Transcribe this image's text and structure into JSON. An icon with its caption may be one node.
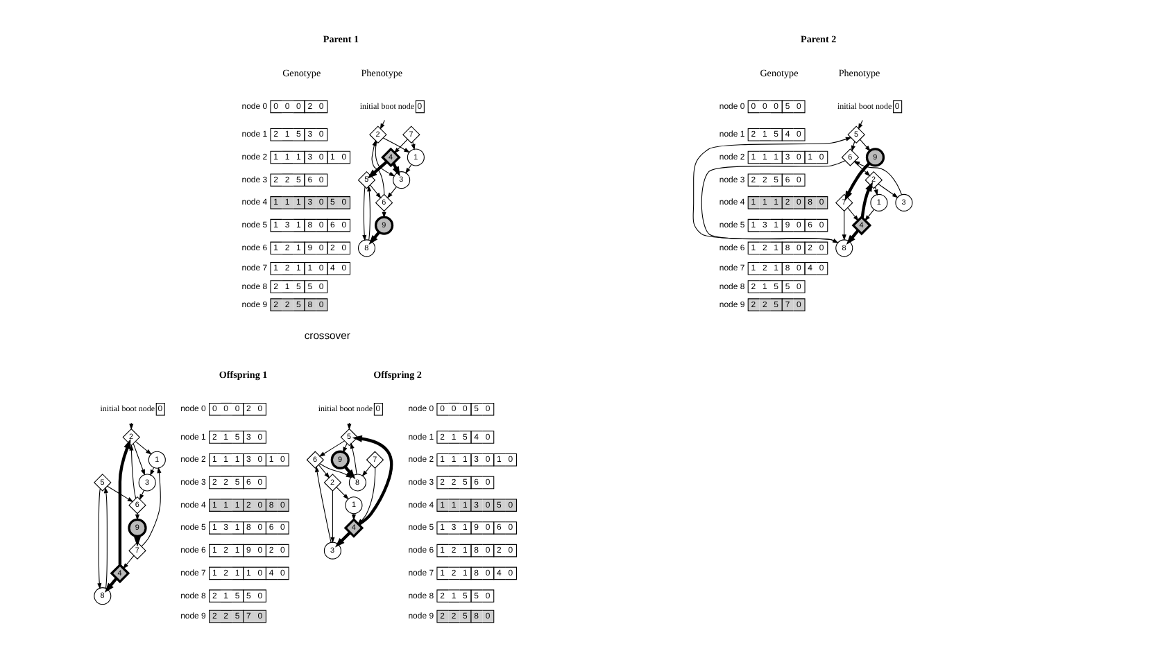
{
  "diagram": {
    "nodes": [
      {
        "text": [
          "0"
        ],
        "beside": [
          "initial boot node"
        ]
      },
      {
        "text": [
          "1"
        ]
      },
      {
        "text": [
          "2"
        ]
      },
      {
        "text": [
          "3"
        ]
      },
      {
        "text": [
          "4"
        ]
      },
      {
        "text": [
          "5"
        ]
      },
      {
        "text": [
          "6"
        ]
      },
      {
        "text": [
          "7"
        ]
      },
      {
        "text": [
          "8"
        ]
      },
      {
        "text": [
          "9"
        ]
      },
      {
        "text": [
          "0"
        ],
        "beside": [
          "initial boot node"
        ]
      },
      {
        "text": [
          "1"
        ]
      },
      {
        "text": [
          "2"
        ]
      },
      {
        "text": [
          "3"
        ]
      },
      {
        "text": [
          "4"
        ]
      },
      {
        "text": [
          "5"
        ]
      },
      {
        "text": [
          "6"
        ]
      },
      {
        "text": [
          "7"
        ]
      },
      {
        "text": [
          "8"
        ]
      },
      {
        "text": [
          "9"
        ]
      },
      {
        "text": [
          "0"
        ],
        "beside": [
          "initial boot node"
        ]
      },
      {
        "text": [
          "1"
        ]
      },
      {
        "text": [
          "2"
        ]
      },
      {
        "text": [
          "3"
        ]
      },
      {
        "text": [
          "4"
        ]
      },
      {
        "text": [
          "5"
        ]
      },
      {
        "text": [
          "6"
        ]
      },
      {
        "text": [
          "7"
        ]
      },
      {
        "text": [
          "8"
        ]
      },
      {
        "text": [
          "9"
        ]
      },
      {
        "text": [
          "0"
        ],
        "beside": [
          "initial boot node"
        ]
      },
      {
        "text": [
          "1"
        ]
      },
      {
        "text": [
          "2"
        ]
      },
      {
        "text": [
          "3"
        ]
      },
      {
        "text": [
          "4"
        ]
      },
      {
        "text": [
          "5"
        ]
      },
      {
        "text": [
          "6"
        ]
      },
      {
        "text": [
          "7"
        ]
      },
      {
        "text": [
          "8"
        ]
      },
      {
        "text": [
          "9"
        ]
      }
    ],
    "edges": [
      {
        "from": 0,
        "to": 2,
        "arrow": "to"
      },
      {
        "from": 1,
        "to": 3,
        "arrow": "to"
      },
      {
        "from": 2,
        "to": 3,
        "arrow": "to"
      },
      {
        "from": 2,
        "to": 1,
        "arrow": "to"
      },
      {
        "from": 3,
        "to": 6,
        "arrow": "to"
      },
      {
        "from": 4,
        "to": 3,
        "arrow": "to",
        "style": "thick"
      },
      {
        "from": 4,
        "to": 5,
        "arrow": "to",
        "style": "thick"
      },
      {
        "from": 5,
        "to": 8,
        "arrow": "to"
      },
      {
        "from": 5,
        "to": 6,
        "arrow": "to"
      },
      {
        "from": 6,
        "to": 9,
        "arrow": "to"
      },
      {
        "from": 6,
        "to": 2,
        "arrow": "to"
      },
      {
        "from": 7,
        "to": 1,
        "arrow": "to"
      },
      {
        "from": 7,
        "to": 4,
        "arrow": "to"
      },
      {
        "from": 8,
        "to": 5,
        "arrow": "to"
      },
      {
        "from": 9,
        "to": 8,
        "arrow": "to",
        "style": "thick"
      },
      {
        "from": 10,
        "to": 15,
        "arrow": "to"
      },
      {
        "from": 11,
        "to": 14,
        "arrow": "to"
      },
      {
        "from": 12,
        "to": 13,
        "arrow": "to"
      },
      {
        "from": 12,
        "to": 11,
        "arrow": "to"
      },
      {
        "from": 13,
        "to": 16,
        "arrow": "to"
      },
      {
        "from": 14,
        "to": 12,
        "arrow": "to",
        "style": "thick"
      },
      {
        "from": 14,
        "to": 18,
        "arrow": "to",
        "style": "thick"
      },
      {
        "from": 15,
        "to": 19,
        "arrow": "to"
      },
      {
        "from": 15,
        "to": 16,
        "arrow": "to"
      },
      {
        "from": 16,
        "to": 18,
        "arrow": "to"
      },
      {
        "from": 16,
        "to": 12,
        "arrow": "to"
      },
      {
        "from": 17,
        "to": 14,
        "arrow": "to"
      },
      {
        "from": 17,
        "to": 18,
        "arrow": "to"
      },
      {
        "from": 18,
        "to": 15,
        "arrow": "to"
      },
      {
        "from": 19,
        "to": 17,
        "arrow": "to",
        "style": "thick"
      },
      {
        "from": 20,
        "to": 22,
        "arrow": "to"
      },
      {
        "from": 21,
        "to": 23,
        "arrow": "to"
      },
      {
        "from": 22,
        "to": 23,
        "arrow": "to"
      },
      {
        "from": 22,
        "to": 21,
        "arrow": "to"
      },
      {
        "from": 23,
        "to": 26,
        "arrow": "to"
      },
      {
        "from": 24,
        "to": 22,
        "arrow": "to",
        "style": "thick"
      },
      {
        "from": 24,
        "to": 28,
        "arrow": "to",
        "style": "thick"
      },
      {
        "from": 25,
        "to": 28,
        "arrow": "to"
      },
      {
        "from": 25,
        "to": 26,
        "arrow": "to"
      },
      {
        "from": 26,
        "to": 29,
        "arrow": "to"
      },
      {
        "from": 26,
        "to": 22,
        "arrow": "to"
      },
      {
        "from": 27,
        "to": 21,
        "arrow": "to"
      },
      {
        "from": 27,
        "to": 24,
        "arrow": "to"
      },
      {
        "from": 28,
        "to": 25,
        "arrow": "to"
      },
      {
        "from": 29,
        "to": 27,
        "arrow": "to",
        "style": "thick"
      },
      {
        "from": 30,
        "to": 35,
        "arrow": "to"
      },
      {
        "from": 31,
        "to": 34,
        "arrow": "to"
      },
      {
        "from": 32,
        "to": 33,
        "arrow": "to"
      },
      {
        "from": 32,
        "to": 31,
        "arrow": "to"
      },
      {
        "from": 33,
        "to": 36,
        "arrow": "to"
      },
      {
        "from": 34,
        "to": 33,
        "arrow": "to",
        "style": "thick"
      },
      {
        "from": 34,
        "to": 35,
        "arrow": "to",
        "style": "thick"
      },
      {
        "from": 35,
        "to": 39,
        "arrow": "to"
      },
      {
        "from": 35,
        "to": 36,
        "arrow": "to"
      },
      {
        "from": 36,
        "to": 38,
        "arrow": "to"
      },
      {
        "from": 36,
        "to": 32,
        "arrow": "to"
      },
      {
        "from": 37,
        "to": 34,
        "arrow": "to"
      },
      {
        "from": 37,
        "to": 38,
        "arrow": "to"
      },
      {
        "from": 38,
        "to": 35,
        "arrow": "to"
      },
      {
        "from": 39,
        "to": 38,
        "arrow": "to",
        "style": "thick"
      }
    ],
    "labels": [
      "Parent 1",
      "Genotype",
      "Phenotype",
      "node 0",
      "0",
      "0",
      "0",
      "2",
      "0",
      "node 1",
      "2",
      "1",
      "5",
      "3",
      "0",
      "node 2",
      "1",
      "1",
      "1",
      "3",
      "0",
      "1",
      "0",
      "node 3",
      "2",
      "2",
      "5",
      "6",
      "0",
      "node 4",
      "1",
      "1",
      "1",
      "3",
      "0",
      "5",
      "0",
      "node 5",
      "1",
      "3",
      "1",
      "8",
      "0",
      "6",
      "0",
      "node 6",
      "1",
      "2",
      "1",
      "9",
      "0",
      "2",
      "0",
      "node 7",
      "1",
      "2",
      "1",
      "1",
      "0",
      "4",
      "0",
      "node 8",
      "2",
      "1",
      "5",
      "5",
      "0",
      "node 9",
      "2",
      "2",
      "5",
      "8",
      "0",
      "Parent 2",
      "Genotype",
      "Phenotype",
      "node 0",
      "0",
      "0",
      "0",
      "5",
      "0",
      "node 1",
      "2",
      "1",
      "5",
      "4",
      "0",
      "node 2",
      "1",
      "1",
      "1",
      "3",
      "0",
      "1",
      "0",
      "node 3",
      "2",
      "2",
      "5",
      "6",
      "0",
      "node 4",
      "1",
      "1",
      "1",
      "2",
      "0",
      "8",
      "0",
      "node 5",
      "1",
      "3",
      "1",
      "9",
      "0",
      "6",
      "0",
      "node 6",
      "1",
      "2",
      "1",
      "8",
      "0",
      "2",
      "0",
      "node 7",
      "1",
      "2",
      "1",
      "8",
      "0",
      "4",
      "0",
      "node 8",
      "2",
      "1",
      "5",
      "5",
      "0",
      "node 9",
      "2",
      "2",
      "5",
      "7",
      "0",
      "crossover",
      "Offspring 1",
      "node 0",
      "0",
      "0",
      "0",
      "2",
      "0",
      "node 1",
      "2",
      "1",
      "5",
      "3",
      "0",
      "node 2",
      "1",
      "1",
      "1",
      "3",
      "0",
      "1",
      "0",
      "node 3",
      "2",
      "2",
      "5",
      "6",
      "0",
      "node 4",
      "1",
      "1",
      "1",
      "2",
      "0",
      "8",
      "0",
      "node 5",
      "1",
      "3",
      "1",
      "8",
      "0",
      "6",
      "0",
      "node 6",
      "1",
      "2",
      "1",
      "9",
      "0",
      "2",
      "0",
      "node 7",
      "1",
      "2",
      "1",
      "1",
      "0",
      "4",
      "0",
      "node 8",
      "2",
      "1",
      "5",
      "5",
      "0",
      "node 9",
      "2",
      "2",
      "5",
      "7",
      "0",
      "Offspring 2",
      "node 0",
      "0",
      "0",
      "0",
      "5",
      "0",
      "node 1",
      "2",
      "1",
      "5",
      "4",
      "0",
      "node 2",
      "1",
      "1",
      "1",
      "3",
      "0",
      "1",
      "0",
      "node 3",
      "2",
      "2",
      "5",
      "6",
      "0",
      "node 4",
      "1",
      "1",
      "1",
      "3",
      "0",
      "5",
      "0",
      "node 5",
      "1",
      "3",
      "1",
      "9",
      "0",
      "6",
      "0",
      "node 6",
      "1",
      "2",
      "1",
      "8",
      "0",
      "2",
      "0",
      "node 7",
      "1",
      "2",
      "1",
      "8",
      "0",
      "4",
      "0",
      "node 8",
      "2",
      "1",
      "5",
      "5",
      "0",
      "node 9",
      "2",
      "2",
      "5",
      "8",
      "0"
    ]
  }
}
